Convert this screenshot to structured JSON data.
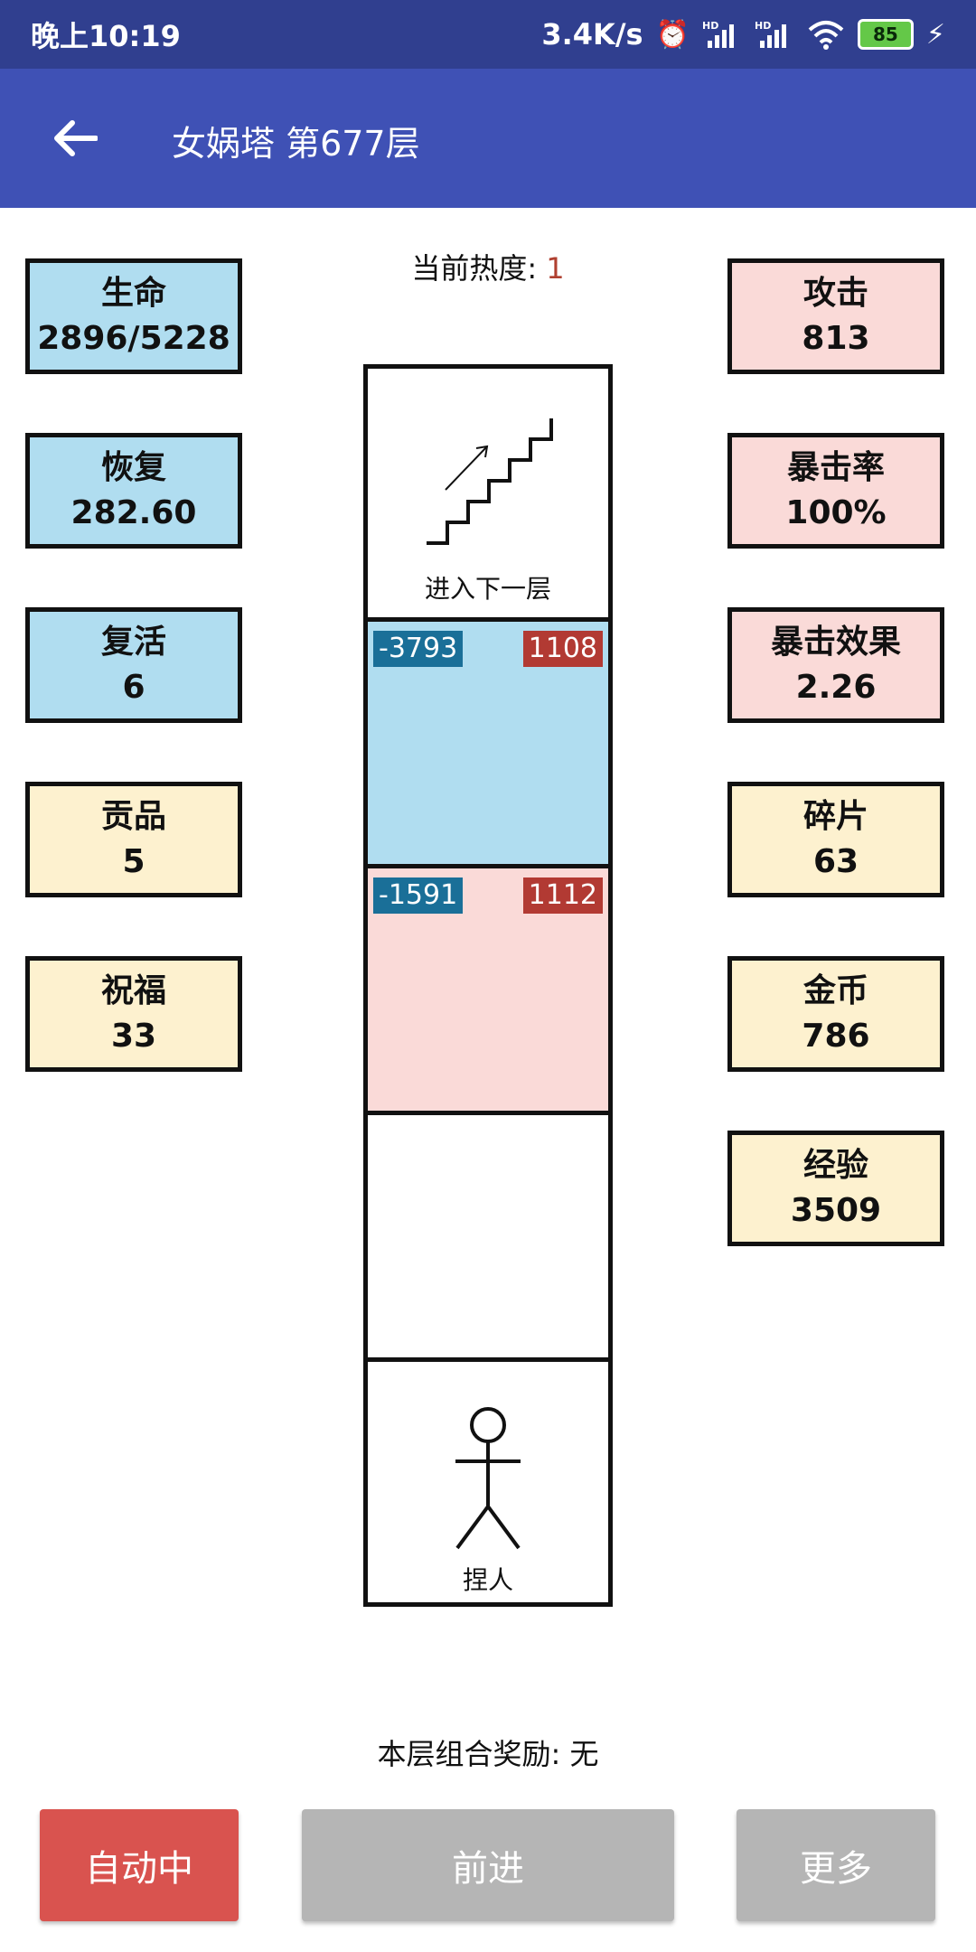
{
  "status_bar": {
    "time": "晚上10:19",
    "speed": "3.4K/s",
    "battery": "85",
    "signal_1": "HD",
    "signal_2": "HD"
  },
  "app_bar": {
    "title": "女娲塔 第677层"
  },
  "heat": {
    "label": "当前热度:",
    "value": "1"
  },
  "left_stats": [
    {
      "label": "生命",
      "value": "2896/5228"
    },
    {
      "label": "恢复",
      "value": "282.60"
    },
    {
      "label": "复活",
      "value": "6"
    },
    {
      "label": "贡品",
      "value": "5"
    },
    {
      "label": "祝福",
      "value": "33"
    }
  ],
  "right_stats": [
    {
      "label": "攻击",
      "value": "813"
    },
    {
      "label": "暴击率",
      "value": "100%"
    },
    {
      "label": "暴击效果",
      "value": "2.26"
    },
    {
      "label": "碎片",
      "value": "63"
    },
    {
      "label": "金币",
      "value": "786"
    },
    {
      "label": "经验",
      "value": "3509"
    }
  ],
  "tower": {
    "next_floor_label": "进入下一层",
    "enemies": [
      {
        "hp": "-3793",
        "atk": "1108"
      },
      {
        "hp": "-1591",
        "atk": "1112"
      }
    ],
    "player_label": "捏人"
  },
  "reward": {
    "text": "本层组合奖励: 无"
  },
  "buttons": {
    "auto": "自动中",
    "forward": "前进",
    "more": "更多"
  },
  "colors": {
    "status_bar": "#303f8f",
    "app_bar": "#3f51b5",
    "blue_box": "#b0ddf0",
    "pink_box": "#fadad8",
    "yellow_box": "#fdf1cf",
    "hp_tag": "#1a6f98",
    "atk_tag": "#b23a33",
    "auto_button": "#d9534f",
    "grey_button": "#b5b5b5"
  }
}
